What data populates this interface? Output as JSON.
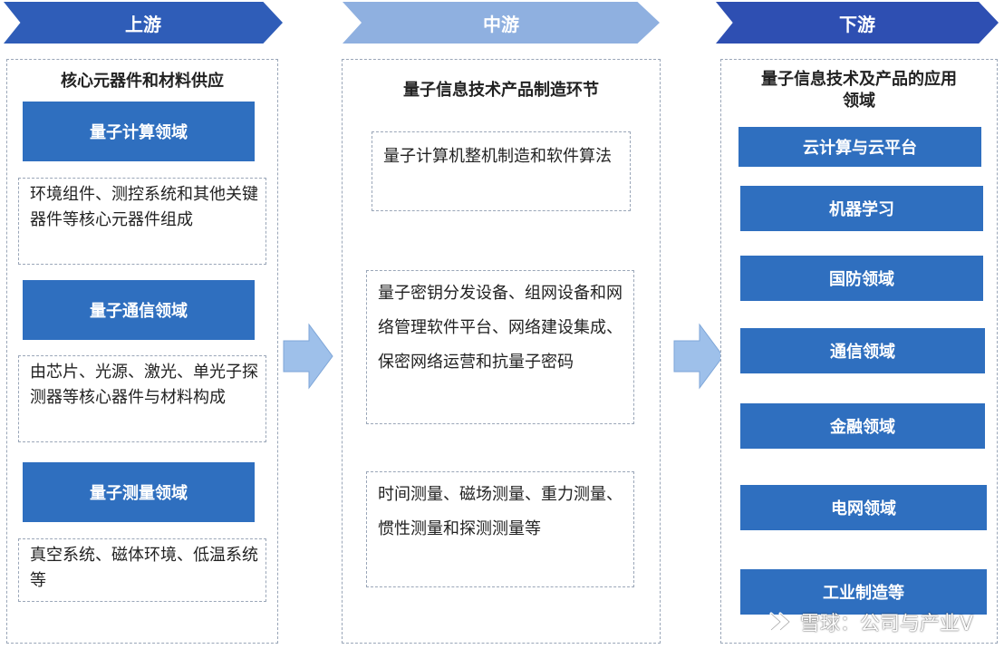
{
  "colors": {
    "upstream_banner": "#2f5db8",
    "midstream_banner": "#8fb0e0",
    "downstream_banner": "#2e4fb2",
    "box_blue": "#2f6fbf",
    "arrow": "#9ec0ea"
  },
  "stages": {
    "upstream": {
      "label": "上游",
      "title": "核心元器件和材料供应",
      "items": [
        {
          "heading": "量子计算领域",
          "text": "环境组件、测控系统和其他关键器件等核心元器件组成"
        },
        {
          "heading": "量子通信领域",
          "text": "由芯片、光源、激光、单光子探测器等核心器件与材料构成"
        },
        {
          "heading": "量子测量领域",
          "text": "真空系统、磁体环境、低温系统等"
        }
      ]
    },
    "midstream": {
      "label": "中游",
      "title": "量子信息技术产品制造环节",
      "items": [
        "量子计算机整机制造和软件算法",
        "量子密钥分发设备、组网设备和网络管理软件平台、网络建设集成、保密网络运营和抗量子密码",
        "时间测量、磁场测量、重力测量、惯性测量和探测测量等"
      ]
    },
    "downstream": {
      "label": "下游",
      "title": "量子信息技术及产品的应用领域",
      "items": [
        "云计算与云平台",
        "机器学习",
        "国防领域",
        "通信领域",
        "金融领域",
        "电网领域",
        "工业制造等"
      ]
    }
  },
  "watermark": {
    "icon": "snowball-icon",
    "text": "雪球：公司与产业V"
  }
}
